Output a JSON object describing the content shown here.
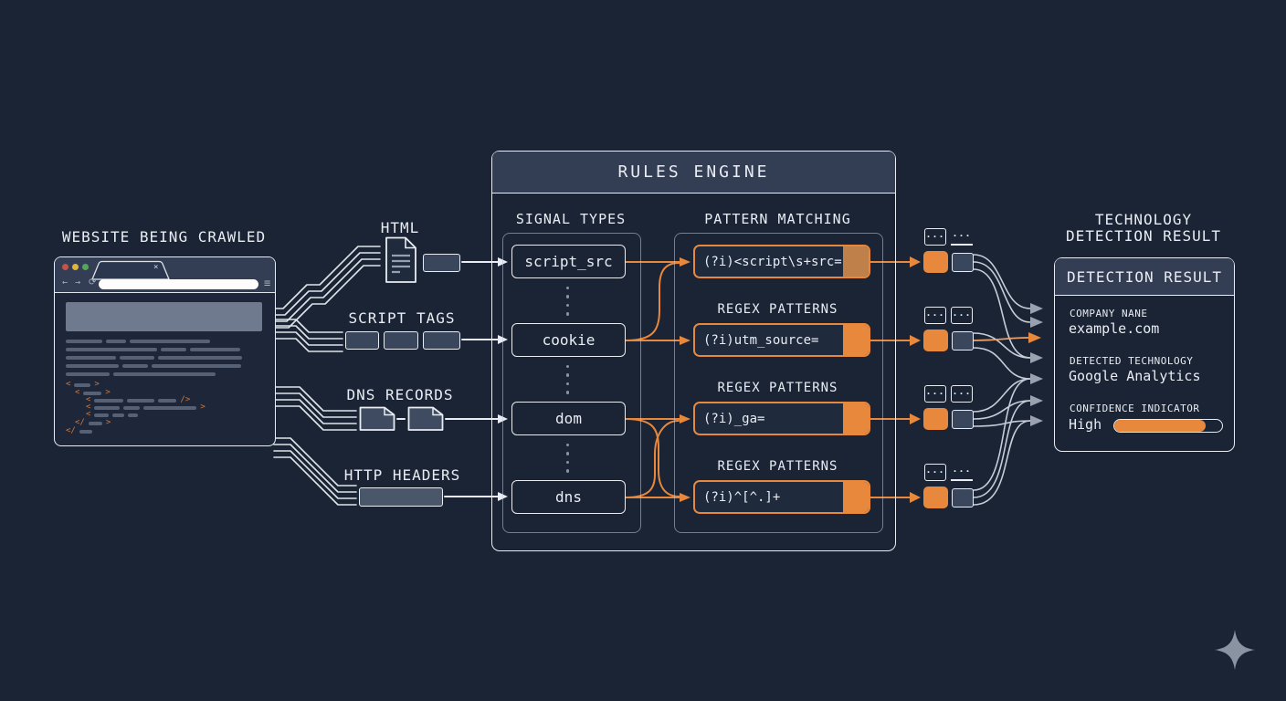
{
  "colors": {
    "background": "#1b2434",
    "accent_orange": "#e8883d",
    "muted_orange": "#bf8049",
    "panel_header": "#333e54",
    "line_white": "#e9edf3",
    "slate_fill": "#3a465c",
    "arrow_gray": "#9aa2b2",
    "traffic_red": "#c75248",
    "traffic_yellow": "#dfb53c",
    "traffic_green": "#52a85a"
  },
  "website": {
    "title": "WEBSITE BEING CRAWLED",
    "tab_close_icon": "×",
    "back_icon": "←",
    "forward_icon": "→",
    "refresh_icon": "⟳",
    "menu_icon": "≡"
  },
  "inputs": [
    {
      "label": "HTML"
    },
    {
      "label": "SCRIPT TAGS"
    },
    {
      "label": "DNS RECORDS"
    },
    {
      "label": "HTTP HEADERS"
    }
  ],
  "rules_engine": {
    "title": "RULES ENGINE",
    "signals_heading": "SIGNAL TYPES",
    "patterns_heading": "PATTERN MATCHING",
    "regex_label": "REGEX PATTERNS",
    "signals": [
      "script_src",
      "cookie",
      "dom",
      "dns"
    ],
    "patterns": [
      "(?i)<script\\s+src=",
      "(?i)utm_source=",
      "(?i)_ga=",
      "(?i)^[^.]+"
    ]
  },
  "matches": {
    "dots": "..."
  },
  "result": {
    "title_line1": "TECHNOLOGY",
    "title_line2": "DETECTION RESULT",
    "header": "DETECTION RESULT",
    "company_label": "COMPANY NANE",
    "company_value": "example.com",
    "technology_label": "DETECTED TECHNOLOGY",
    "technology_value": "Google Analytics",
    "confidence_label": "CONFIDENCE INDICATOR",
    "confidence_value": "High",
    "confidence_percent": 85
  }
}
